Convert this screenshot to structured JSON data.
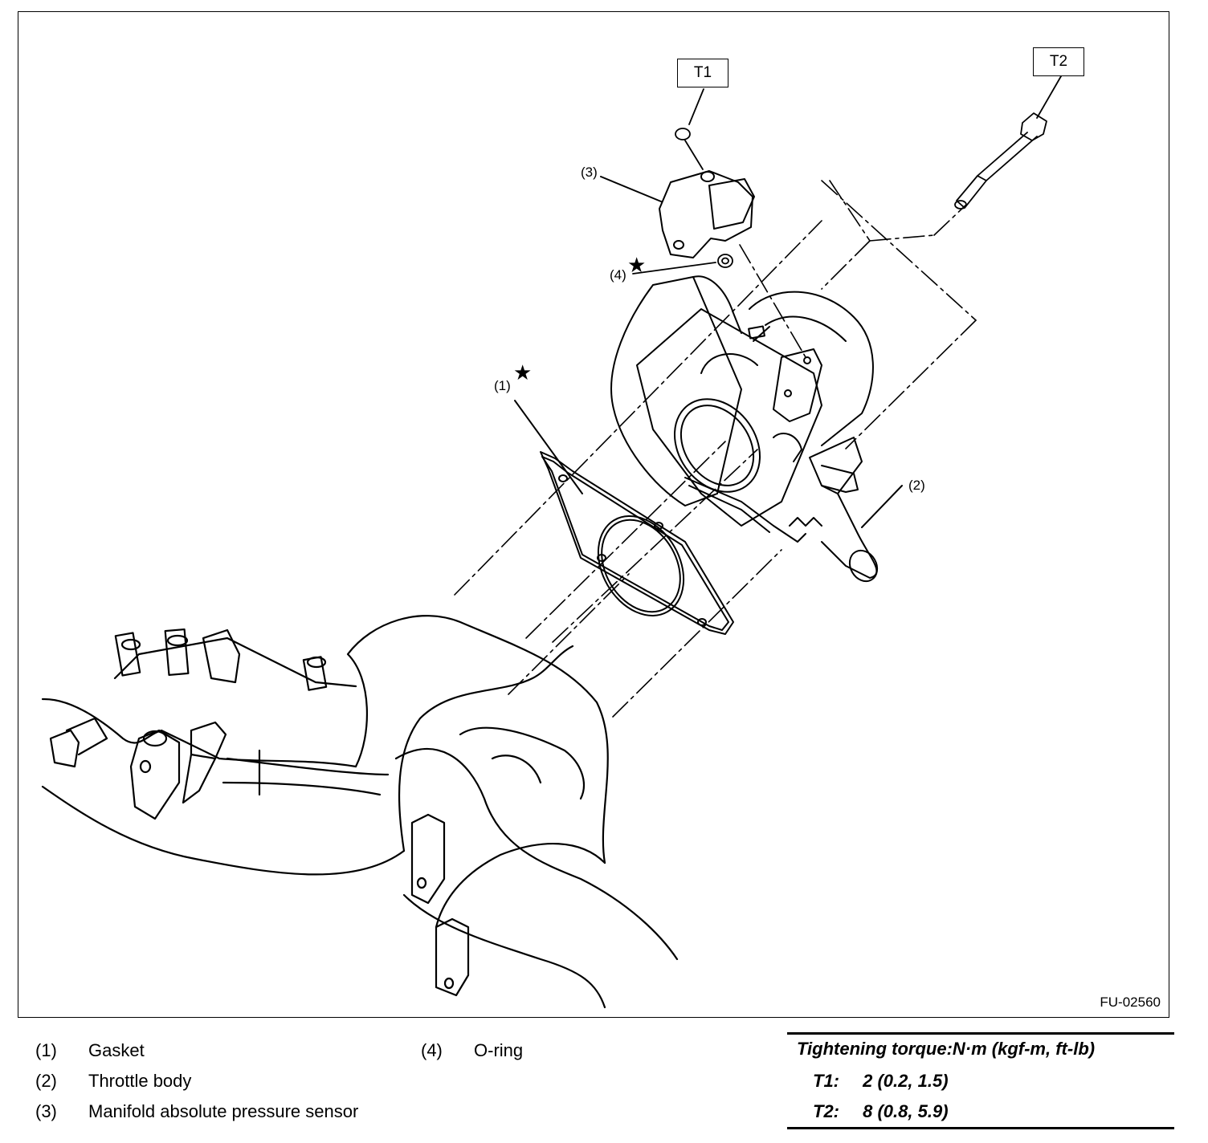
{
  "figure": {
    "code": "FU-02560",
    "callouts": {
      "t1": "T1",
      "t2": "T2",
      "c1": "(1)",
      "c2": "(2)",
      "c3": "(3)",
      "c4": "(4)",
      "star": "★"
    }
  },
  "legend": [
    {
      "num": "(1)",
      "label": "Gasket"
    },
    {
      "num": "(2)",
      "label": "Throttle body"
    },
    {
      "num": "(3)",
      "label": "Manifold absolute pressure sensor"
    },
    {
      "num": "(4)",
      "label": "O-ring"
    }
  ],
  "torque": {
    "title": "Tightening torque:N·m (kgf-m, ft-lb)",
    "rows": [
      {
        "key": "T1:",
        "value": "2 (0.2, 1.5)"
      },
      {
        "key": "T2:",
        "value": "8 (0.8, 5.9)"
      }
    ]
  }
}
